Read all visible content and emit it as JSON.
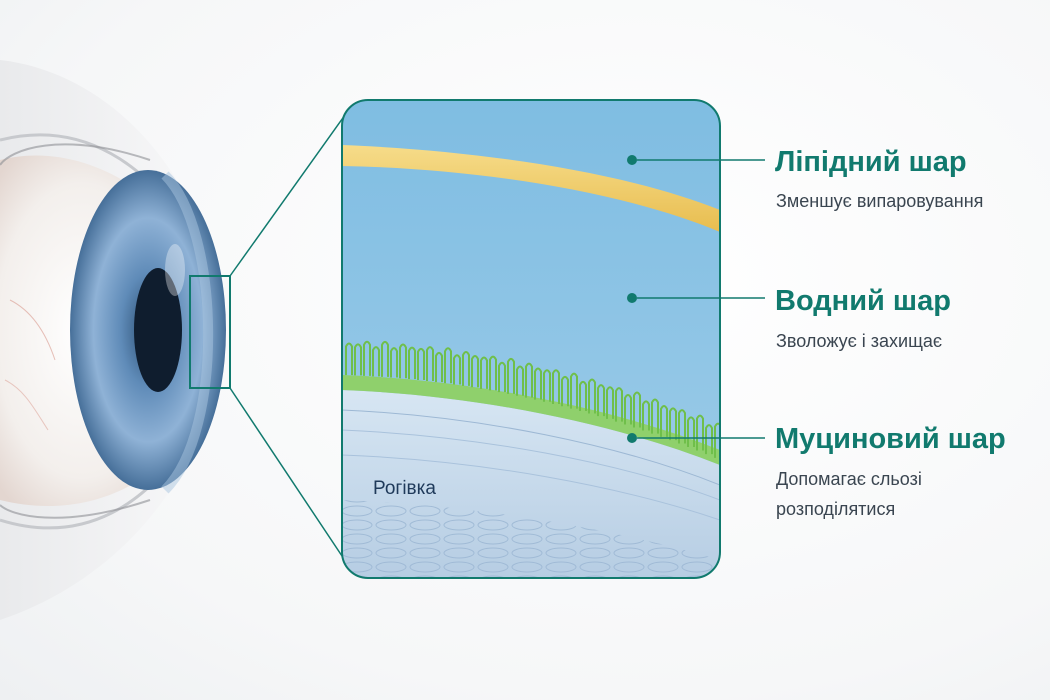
{
  "colors": {
    "accent": "#117a6e",
    "lipid": "#f2cf6b",
    "aqueous": "#86c2e4",
    "mucin": "#9ed87a",
    "cornea": "#c3d9ec",
    "iris": "#6f98c4"
  },
  "layers": [
    {
      "title": "Ліпідний шар",
      "description": "Зменшує випаровування"
    },
    {
      "title": "Водний шар",
      "description": "Зволожує і захищає"
    },
    {
      "title": "Муциновий шар",
      "description": "Допомагає сльозі розподілятися"
    }
  ],
  "cornea_label": "Рогівка"
}
